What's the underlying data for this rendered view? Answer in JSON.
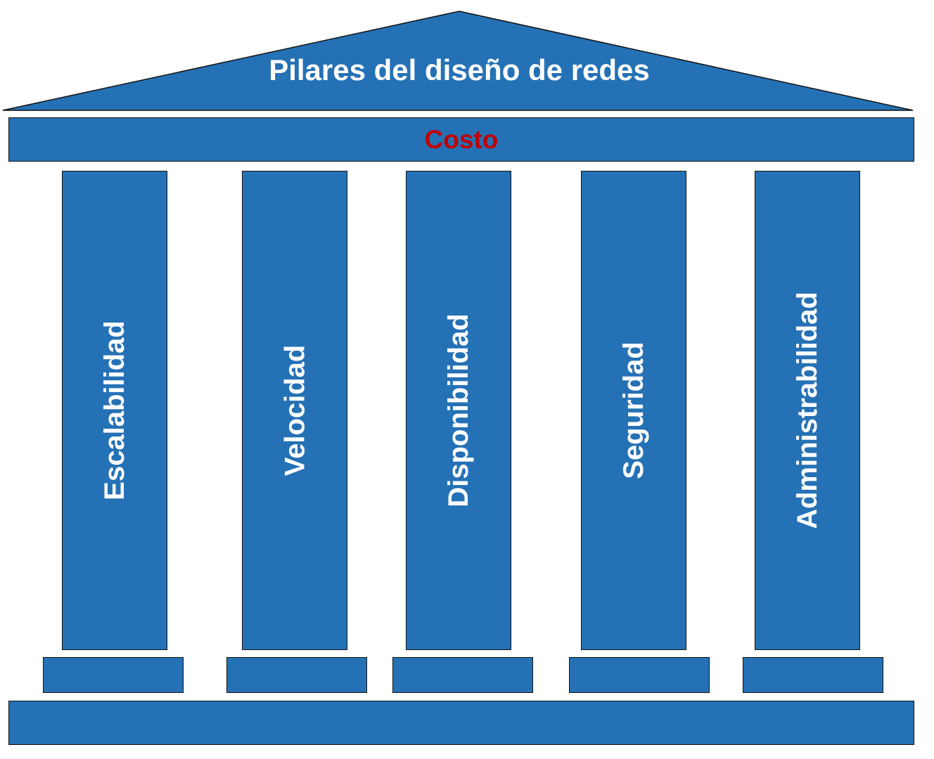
{
  "diagram": {
    "title": "Pilares del diseño de redes",
    "beam_label": "Costo",
    "pillars": [
      {
        "label": "Escalabilidad"
      },
      {
        "label": "Velocidad"
      },
      {
        "label": "Disponibilidad"
      },
      {
        "label": "Seguridad"
      },
      {
        "label": "Administrabilidad"
      }
    ],
    "colors": {
      "background": "#ffffff",
      "shape_fill": "#2571b5",
      "shape_border": "#131313",
      "title_text": "#ffffff",
      "beam_text": "#c00000",
      "pillar_text": "#ffffff"
    }
  }
}
